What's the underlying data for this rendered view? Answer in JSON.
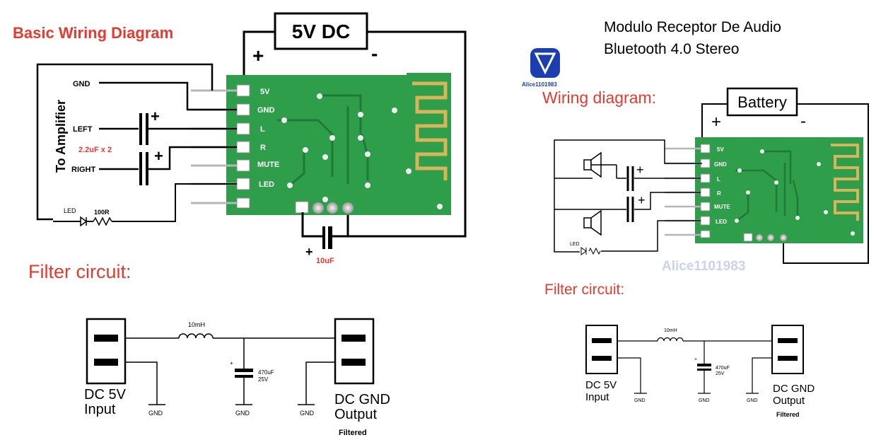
{
  "left": {
    "title": "Basic Wiring Diagram",
    "power_label": "5V DC",
    "plus": "+",
    "minus": "-",
    "to_amplifier": "To Amplifier",
    "gnd": "GND",
    "left": "LEFT",
    "right": "RIGHT",
    "cap_label": "2.2uF x 2",
    "led": "LED",
    "resistor": "100R",
    "pins": [
      "5V",
      "GND",
      "L",
      "R",
      "MUTE",
      "LED"
    ],
    "cap_10uf": "10uF",
    "filter_title": "Filter circuit:",
    "filter": {
      "inductor": "10mH",
      "capacitor_value": "470uF",
      "capacitor_voltage": "25V",
      "gnd": "GND",
      "input_line1": "DC 5V",
      "input_line2": "Input",
      "output_line1": "DC  GND",
      "output_line2": "Output",
      "filtered": "Filtered"
    }
  },
  "right": {
    "heading_line1": "Modulo Receptor De Audio",
    "heading_line2": "Bluetooth 4.0 Stereo",
    "logo_text": "Alice1101983",
    "watermark": "Alice1101983",
    "title": "Wiring diagram:",
    "battery": "Battery",
    "plus": "+",
    "minus": "-",
    "led": "LED",
    "pins": [
      "5V",
      "GND",
      "L",
      "R",
      "MUTE",
      "LED"
    ],
    "filter_title": "Filter circuit:",
    "filter": {
      "inductor": "10mH",
      "capacitor_value": "470uF",
      "capacitor_voltage": "25V",
      "gnd": "GND",
      "input_line1": "DC 5V",
      "input_line2": "Input",
      "output_line1": "DC  GND",
      "output_line2": "Output",
      "filtered": "Filtered"
    }
  },
  "colors": {
    "pcb": "#2e9e4a",
    "pcb_dark": "#1f7a36",
    "antenna": "#d8b55a",
    "title_red": "#e53a2f",
    "logo_blue": "#1c3fb0"
  }
}
